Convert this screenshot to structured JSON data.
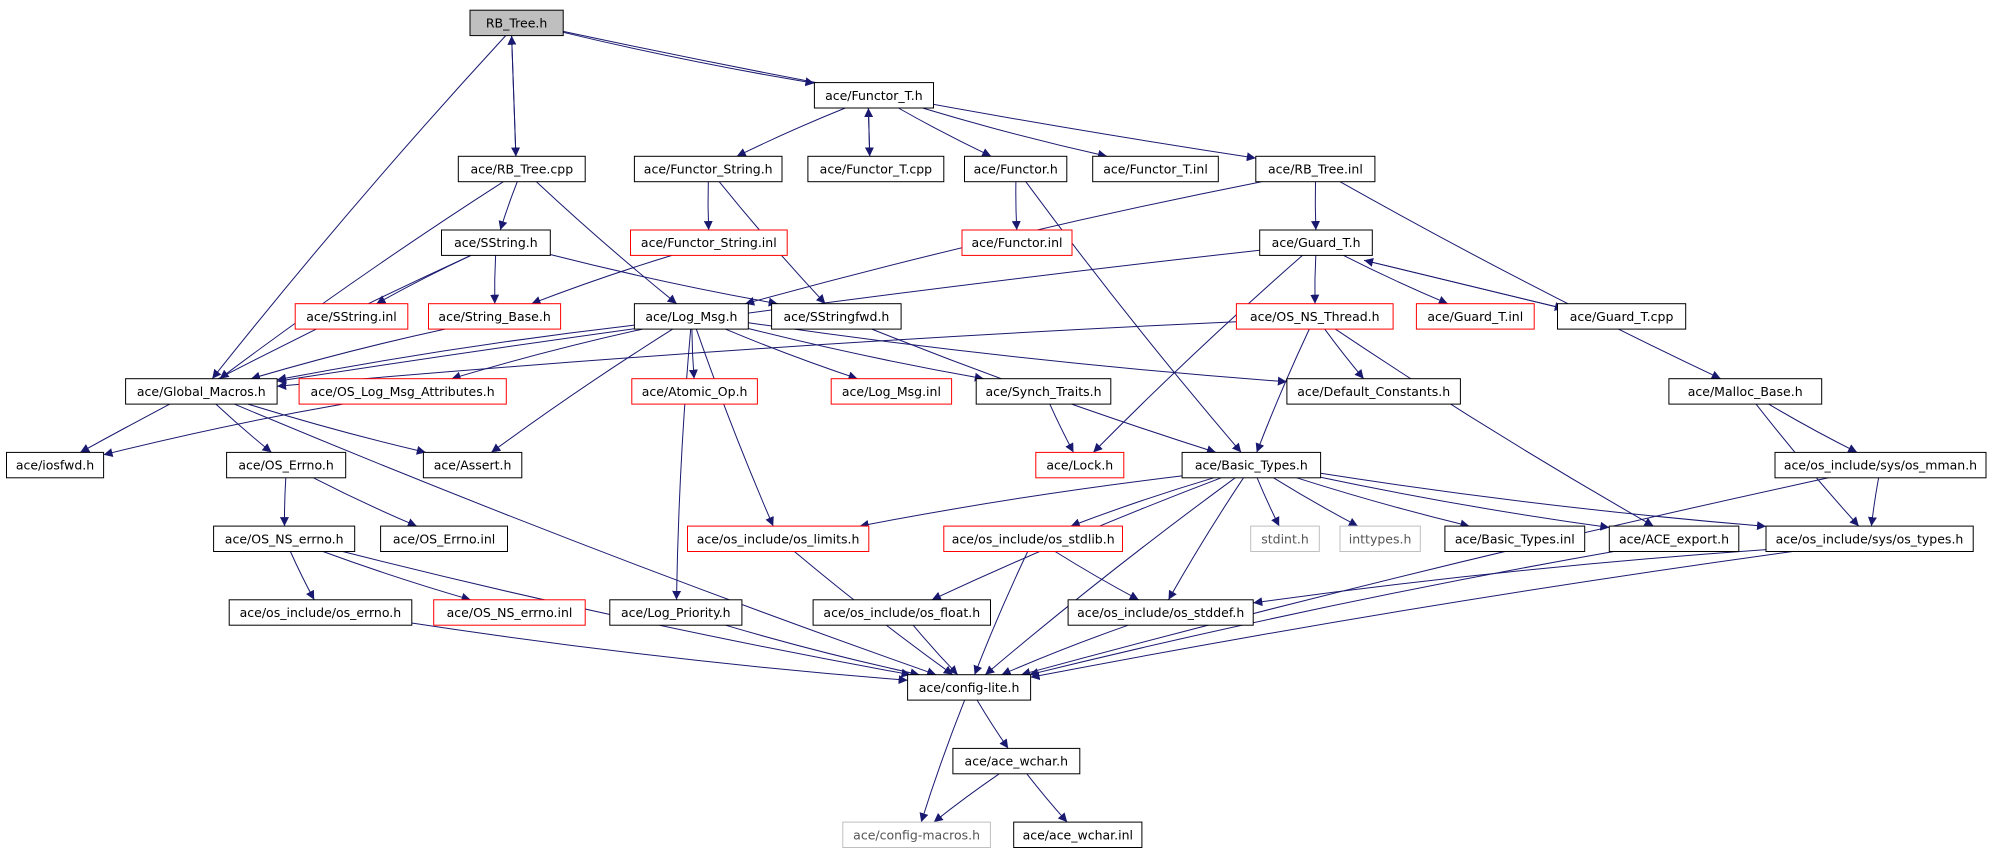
{
  "colors": {
    "edge": "#191970",
    "normal": "#000000",
    "missing": "#ff0000",
    "external": "#bfbfbf",
    "root_fill": "#bfbfbf"
  },
  "nodes": [
    {
      "id": "rb_tree_h",
      "label": "RB_Tree.h",
      "kind": "root"
    },
    {
      "id": "rb_tree_cpp",
      "label": "ace/RB_Tree.cpp",
      "kind": "normal"
    },
    {
      "id": "functor_t_h",
      "label": "ace/Functor_T.h",
      "kind": "normal"
    },
    {
      "id": "rb_tree_inl",
      "label": "ace/RB_Tree.inl",
      "kind": "normal"
    },
    {
      "id": "functor_string_h",
      "label": "ace/Functor_String.h",
      "kind": "normal"
    },
    {
      "id": "functor_t_cpp",
      "label": "ace/Functor_T.cpp",
      "kind": "normal"
    },
    {
      "id": "functor_h",
      "label": "ace/Functor.h",
      "kind": "normal"
    },
    {
      "id": "functor_t_inl",
      "label": "ace/Functor_T.inl",
      "kind": "normal"
    },
    {
      "id": "sstring_h",
      "label": "ace/SString.h",
      "kind": "normal"
    },
    {
      "id": "functor_string_inl",
      "label": "ace/Functor_String.inl",
      "kind": "missing"
    },
    {
      "id": "functor_inl",
      "label": "ace/Functor.inl",
      "kind": "missing"
    },
    {
      "id": "guard_t_h",
      "label": "ace/Guard_T.h",
      "kind": "normal"
    },
    {
      "id": "sstring_inl",
      "label": "ace/SString.inl",
      "kind": "missing"
    },
    {
      "id": "string_base_h",
      "label": "ace/String_Base.h",
      "kind": "missing"
    },
    {
      "id": "log_msg_h",
      "label": "ace/Log_Msg.h",
      "kind": "normal"
    },
    {
      "id": "sstringfwd_h",
      "label": "ace/SStringfwd.h",
      "kind": "normal"
    },
    {
      "id": "os_ns_thread_h",
      "label": "ace/OS_NS_Thread.h",
      "kind": "missing"
    },
    {
      "id": "guard_t_inl",
      "label": "ace/Guard_T.inl",
      "kind": "missing"
    },
    {
      "id": "guard_t_cpp",
      "label": "ace/Guard_T.cpp",
      "kind": "normal"
    },
    {
      "id": "global_macros_h",
      "label": "ace/Global_Macros.h",
      "kind": "normal"
    },
    {
      "id": "os_log_msg_attr_h",
      "label": "ace/OS_Log_Msg_Attributes.h",
      "kind": "missing"
    },
    {
      "id": "atomic_op_h",
      "label": "ace/Atomic_Op.h",
      "kind": "missing"
    },
    {
      "id": "log_msg_inl",
      "label": "ace/Log_Msg.inl",
      "kind": "missing"
    },
    {
      "id": "synch_traits_h",
      "label": "ace/Synch_Traits.h",
      "kind": "normal"
    },
    {
      "id": "default_constants_h",
      "label": "ace/Default_Constants.h",
      "kind": "normal"
    },
    {
      "id": "malloc_base_h",
      "label": "ace/Malloc_Base.h",
      "kind": "normal"
    },
    {
      "id": "iosfwd_h",
      "label": "ace/iosfwd.h",
      "kind": "normal"
    },
    {
      "id": "os_errno_h",
      "label": "ace/OS_Errno.h",
      "kind": "normal"
    },
    {
      "id": "assert_h",
      "label": "ace/Assert.h",
      "kind": "normal"
    },
    {
      "id": "lock_h",
      "label": "ace/Lock.h",
      "kind": "missing"
    },
    {
      "id": "basic_types_h",
      "label": "ace/Basic_Types.h",
      "kind": "normal"
    },
    {
      "id": "os_mman_h",
      "label": "ace/os_include/sys/os_mman.h",
      "kind": "normal"
    },
    {
      "id": "os_ns_errno_h",
      "label": "ace/OS_NS_errno.h",
      "kind": "normal"
    },
    {
      "id": "os_errno_inl",
      "label": "ace/OS_Errno.inl",
      "kind": "normal"
    },
    {
      "id": "os_limits_h",
      "label": "ace/os_include/os_limits.h",
      "kind": "missing"
    },
    {
      "id": "os_stdlib_h",
      "label": "ace/os_include/os_stdlib.h",
      "kind": "missing"
    },
    {
      "id": "stdint_h",
      "label": "stdint.h",
      "kind": "external"
    },
    {
      "id": "inttypes_h",
      "label": "inttypes.h",
      "kind": "external"
    },
    {
      "id": "basic_types_inl",
      "label": "ace/Basic_Types.inl",
      "kind": "normal"
    },
    {
      "id": "ace_export_h",
      "label": "ace/ACE_export.h",
      "kind": "normal"
    },
    {
      "id": "os_types_h",
      "label": "ace/os_include/sys/os_types.h",
      "kind": "normal"
    },
    {
      "id": "os_include_errno_h",
      "label": "ace/os_include/os_errno.h",
      "kind": "normal"
    },
    {
      "id": "os_ns_errno_inl",
      "label": "ace/OS_NS_errno.inl",
      "kind": "missing"
    },
    {
      "id": "log_priority_h",
      "label": "ace/Log_Priority.h",
      "kind": "normal"
    },
    {
      "id": "os_float_h",
      "label": "ace/os_include/os_float.h",
      "kind": "normal"
    },
    {
      "id": "os_stddef_h",
      "label": "ace/os_include/os_stddef.h",
      "kind": "normal"
    },
    {
      "id": "config_lite_h",
      "label": "ace/config-lite.h",
      "kind": "normal"
    },
    {
      "id": "ace_wchar_h",
      "label": "ace/ace_wchar.h",
      "kind": "normal"
    },
    {
      "id": "config_macros_h",
      "label": "ace/config-macros.h",
      "kind": "external"
    },
    {
      "id": "ace_wchar_inl",
      "label": "ace/ace_wchar.inl",
      "kind": "normal"
    }
  ],
  "edges": [
    [
      "rb_tree_h",
      "functor_t_h"
    ],
    [
      "rb_tree_h",
      "rb_tree_cpp"
    ],
    [
      "rb_tree_h",
      "rb_tree_inl"
    ],
    [
      "rb_tree_h",
      "global_macros_h"
    ],
    [
      "rb_tree_cpp",
      "rb_tree_h"
    ],
    [
      "rb_tree_cpp",
      "sstring_h"
    ],
    [
      "rb_tree_cpp",
      "log_msg_h"
    ],
    [
      "rb_tree_cpp",
      "global_macros_h"
    ],
    [
      "functor_t_h",
      "functor_string_h"
    ],
    [
      "functor_t_h",
      "functor_t_cpp"
    ],
    [
      "functor_t_h",
      "functor_h"
    ],
    [
      "functor_t_h",
      "functor_t_inl"
    ],
    [
      "functor_t_cpp",
      "functor_t_h"
    ],
    [
      "functor_string_h",
      "functor_string_inl"
    ],
    [
      "functor_string_h",
      "sstringfwd_h"
    ],
    [
      "functor_string_inl",
      "string_base_h"
    ],
    [
      "functor_h",
      "functor_inl"
    ],
    [
      "functor_h",
      "basic_types_h"
    ],
    [
      "rb_tree_inl",
      "guard_t_h"
    ],
    [
      "rb_tree_inl",
      "malloc_base_h"
    ],
    [
      "rb_tree_inl",
      "log_msg_h"
    ],
    [
      "sstring_h",
      "sstring_inl"
    ],
    [
      "sstring_h",
      "string_base_h"
    ],
    [
      "sstring_h",
      "sstringfwd_h"
    ],
    [
      "sstring_h",
      "iosfwd_h"
    ],
    [
      "string_base_h",
      "global_macros_h"
    ],
    [
      "guard_t_h",
      "os_ns_thread_h"
    ],
    [
      "guard_t_h",
      "guard_t_inl"
    ],
    [
      "guard_t_h",
      "guard_t_cpp"
    ],
    [
      "guard_t_h",
      "lock_h"
    ],
    [
      "guard_t_h",
      "global_macros_h"
    ],
    [
      "guard_t_cpp",
      "guard_t_h"
    ],
    [
      "os_ns_thread_h",
      "default_constants_h"
    ],
    [
      "os_ns_thread_h",
      "basic_types_h"
    ],
    [
      "os_ns_thread_h",
      "ace_export_h"
    ],
    [
      "os_ns_thread_h",
      "global_macros_h"
    ],
    [
      "log_msg_h",
      "atomic_op_h"
    ],
    [
      "log_msg_h",
      "log_msg_inl"
    ],
    [
      "log_msg_h",
      "synch_traits_h"
    ],
    [
      "log_msg_h",
      "default_constants_h"
    ],
    [
      "log_msg_h",
      "os_log_msg_attr_h"
    ],
    [
      "log_msg_h",
      "global_macros_h"
    ],
    [
      "log_msg_h",
      "assert_h"
    ],
    [
      "log_msg_h",
      "log_priority_h"
    ],
    [
      "log_msg_h",
      "os_limits_h"
    ],
    [
      "sstringfwd_h",
      "basic_types_h"
    ],
    [
      "synch_traits_h",
      "lock_h"
    ],
    [
      "os_log_msg_attr_h",
      "iosfwd_h"
    ],
    [
      "global_macros_h",
      "os_errno_h"
    ],
    [
      "global_macros_h",
      "assert_h"
    ],
    [
      "global_macros_h",
      "config_lite_h"
    ],
    [
      "os_errno_h",
      "os_ns_errno_h"
    ],
    [
      "os_errno_h",
      "os_errno_inl"
    ],
    [
      "os_ns_errno_h",
      "os_include_errno_h"
    ],
    [
      "os_ns_errno_h",
      "os_ns_errno_inl"
    ],
    [
      "os_ns_errno_h",
      "config_lite_h"
    ],
    [
      "os_include_errno_h",
      "config_lite_h"
    ],
    [
      "log_priority_h",
      "config_lite_h"
    ],
    [
      "malloc_base_h",
      "os_mman_h"
    ],
    [
      "malloc_base_h",
      "os_types_h"
    ],
    [
      "os_mman_h",
      "os_types_h"
    ],
    [
      "os_mman_h",
      "config_lite_h"
    ],
    [
      "basic_types_h",
      "os_limits_h"
    ],
    [
      "basic_types_h",
      "os_stdlib_h"
    ],
    [
      "basic_types_h",
      "stdint_h"
    ],
    [
      "basic_types_h",
      "inttypes_h"
    ],
    [
      "basic_types_h",
      "basic_types_inl"
    ],
    [
      "basic_types_h",
      "ace_export_h"
    ],
    [
      "basic_types_h",
      "os_types_h"
    ],
    [
      "basic_types_h",
      "os_float_h"
    ],
    [
      "basic_types_h",
      "os_stddef_h"
    ],
    [
      "basic_types_h",
      "config_lite_h"
    ],
    [
      "os_limits_h",
      "config_lite_h"
    ],
    [
      "os_stdlib_h",
      "os_stddef_h"
    ],
    [
      "os_stdlib_h",
      "config_lite_h"
    ],
    [
      "ace_export_h",
      "config_lite_h"
    ],
    [
      "os_types_h",
      "os_stddef_h"
    ],
    [
      "os_types_h",
      "config_lite_h"
    ],
    [
      "os_float_h",
      "config_lite_h"
    ],
    [
      "os_stddef_h",
      "config_lite_h"
    ],
    [
      "config_lite_h",
      "ace_wchar_h"
    ],
    [
      "config_lite_h",
      "config_macros_h"
    ],
    [
      "ace_wchar_h",
      "config_macros_h"
    ],
    [
      "ace_wchar_h",
      "ace_wchar_inl"
    ]
  ]
}
